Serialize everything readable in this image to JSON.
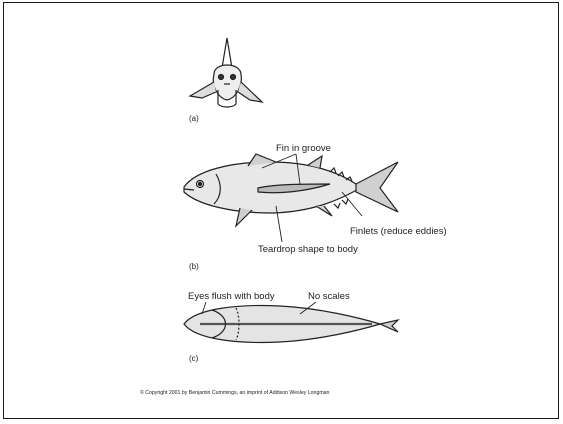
{
  "panels": {
    "a": {
      "label": "(a)"
    },
    "b": {
      "label": "(b)",
      "fin_in_groove": "Fin in groove",
      "finlets": "Finlets (reduce eddies)",
      "teardrop": "Teardrop shape to body"
    },
    "c": {
      "label": "(c)",
      "eyes_flush": "Eyes flush with body",
      "no_scales": "No scales"
    }
  },
  "copyright": "© Copyright 2001 by Benjamin Cummings, an imprint of Addison Wesley Longman"
}
